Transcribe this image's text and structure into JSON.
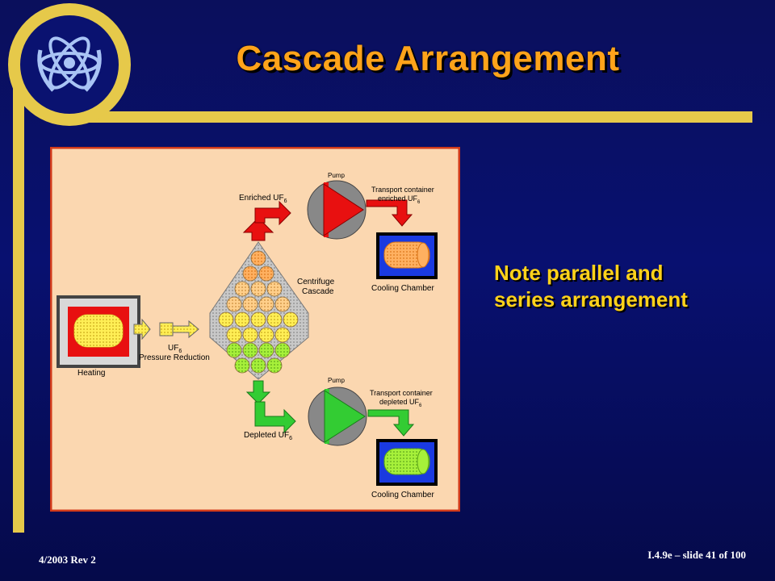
{
  "slide": {
    "title": "Cascade Arrangement",
    "note_line1": "Note parallel and",
    "note_line2": "series arrangement",
    "footer_left": "4/2003 Rev 2",
    "footer_right": "I.4.9e – slide 41 of 100"
  },
  "colors": {
    "title": "#ffa31a",
    "note": "#ffd21a",
    "frame_gold": "#e6c94a",
    "enriched": "#e81010",
    "depleted": "#33cc33",
    "diagram_bg": "#fbd7b0"
  },
  "diagram": {
    "pump_top": "Pump",
    "pump_bottom": "Pump",
    "enriched_label": "Enriched UF",
    "enriched_sub": "6",
    "depleted_label": "Depleted UF",
    "depleted_sub": "6",
    "transport_enriched_1": "Transport container",
    "transport_enriched_2": "enriched UF",
    "transport_enriched_sub": "6",
    "transport_depleted_1": "Transport container",
    "transport_depleted_2": "depleted UF",
    "transport_depleted_sub": "6",
    "cooling_top": "Cooling Chamber",
    "cooling_bottom": "Cooling Chamber",
    "cascade_1": "Centrifuge",
    "cascade_2": "Cascade",
    "uf_label": "UF",
    "uf_sub": "6",
    "pressure": "Pressure Reduction",
    "heating": "Heating"
  }
}
